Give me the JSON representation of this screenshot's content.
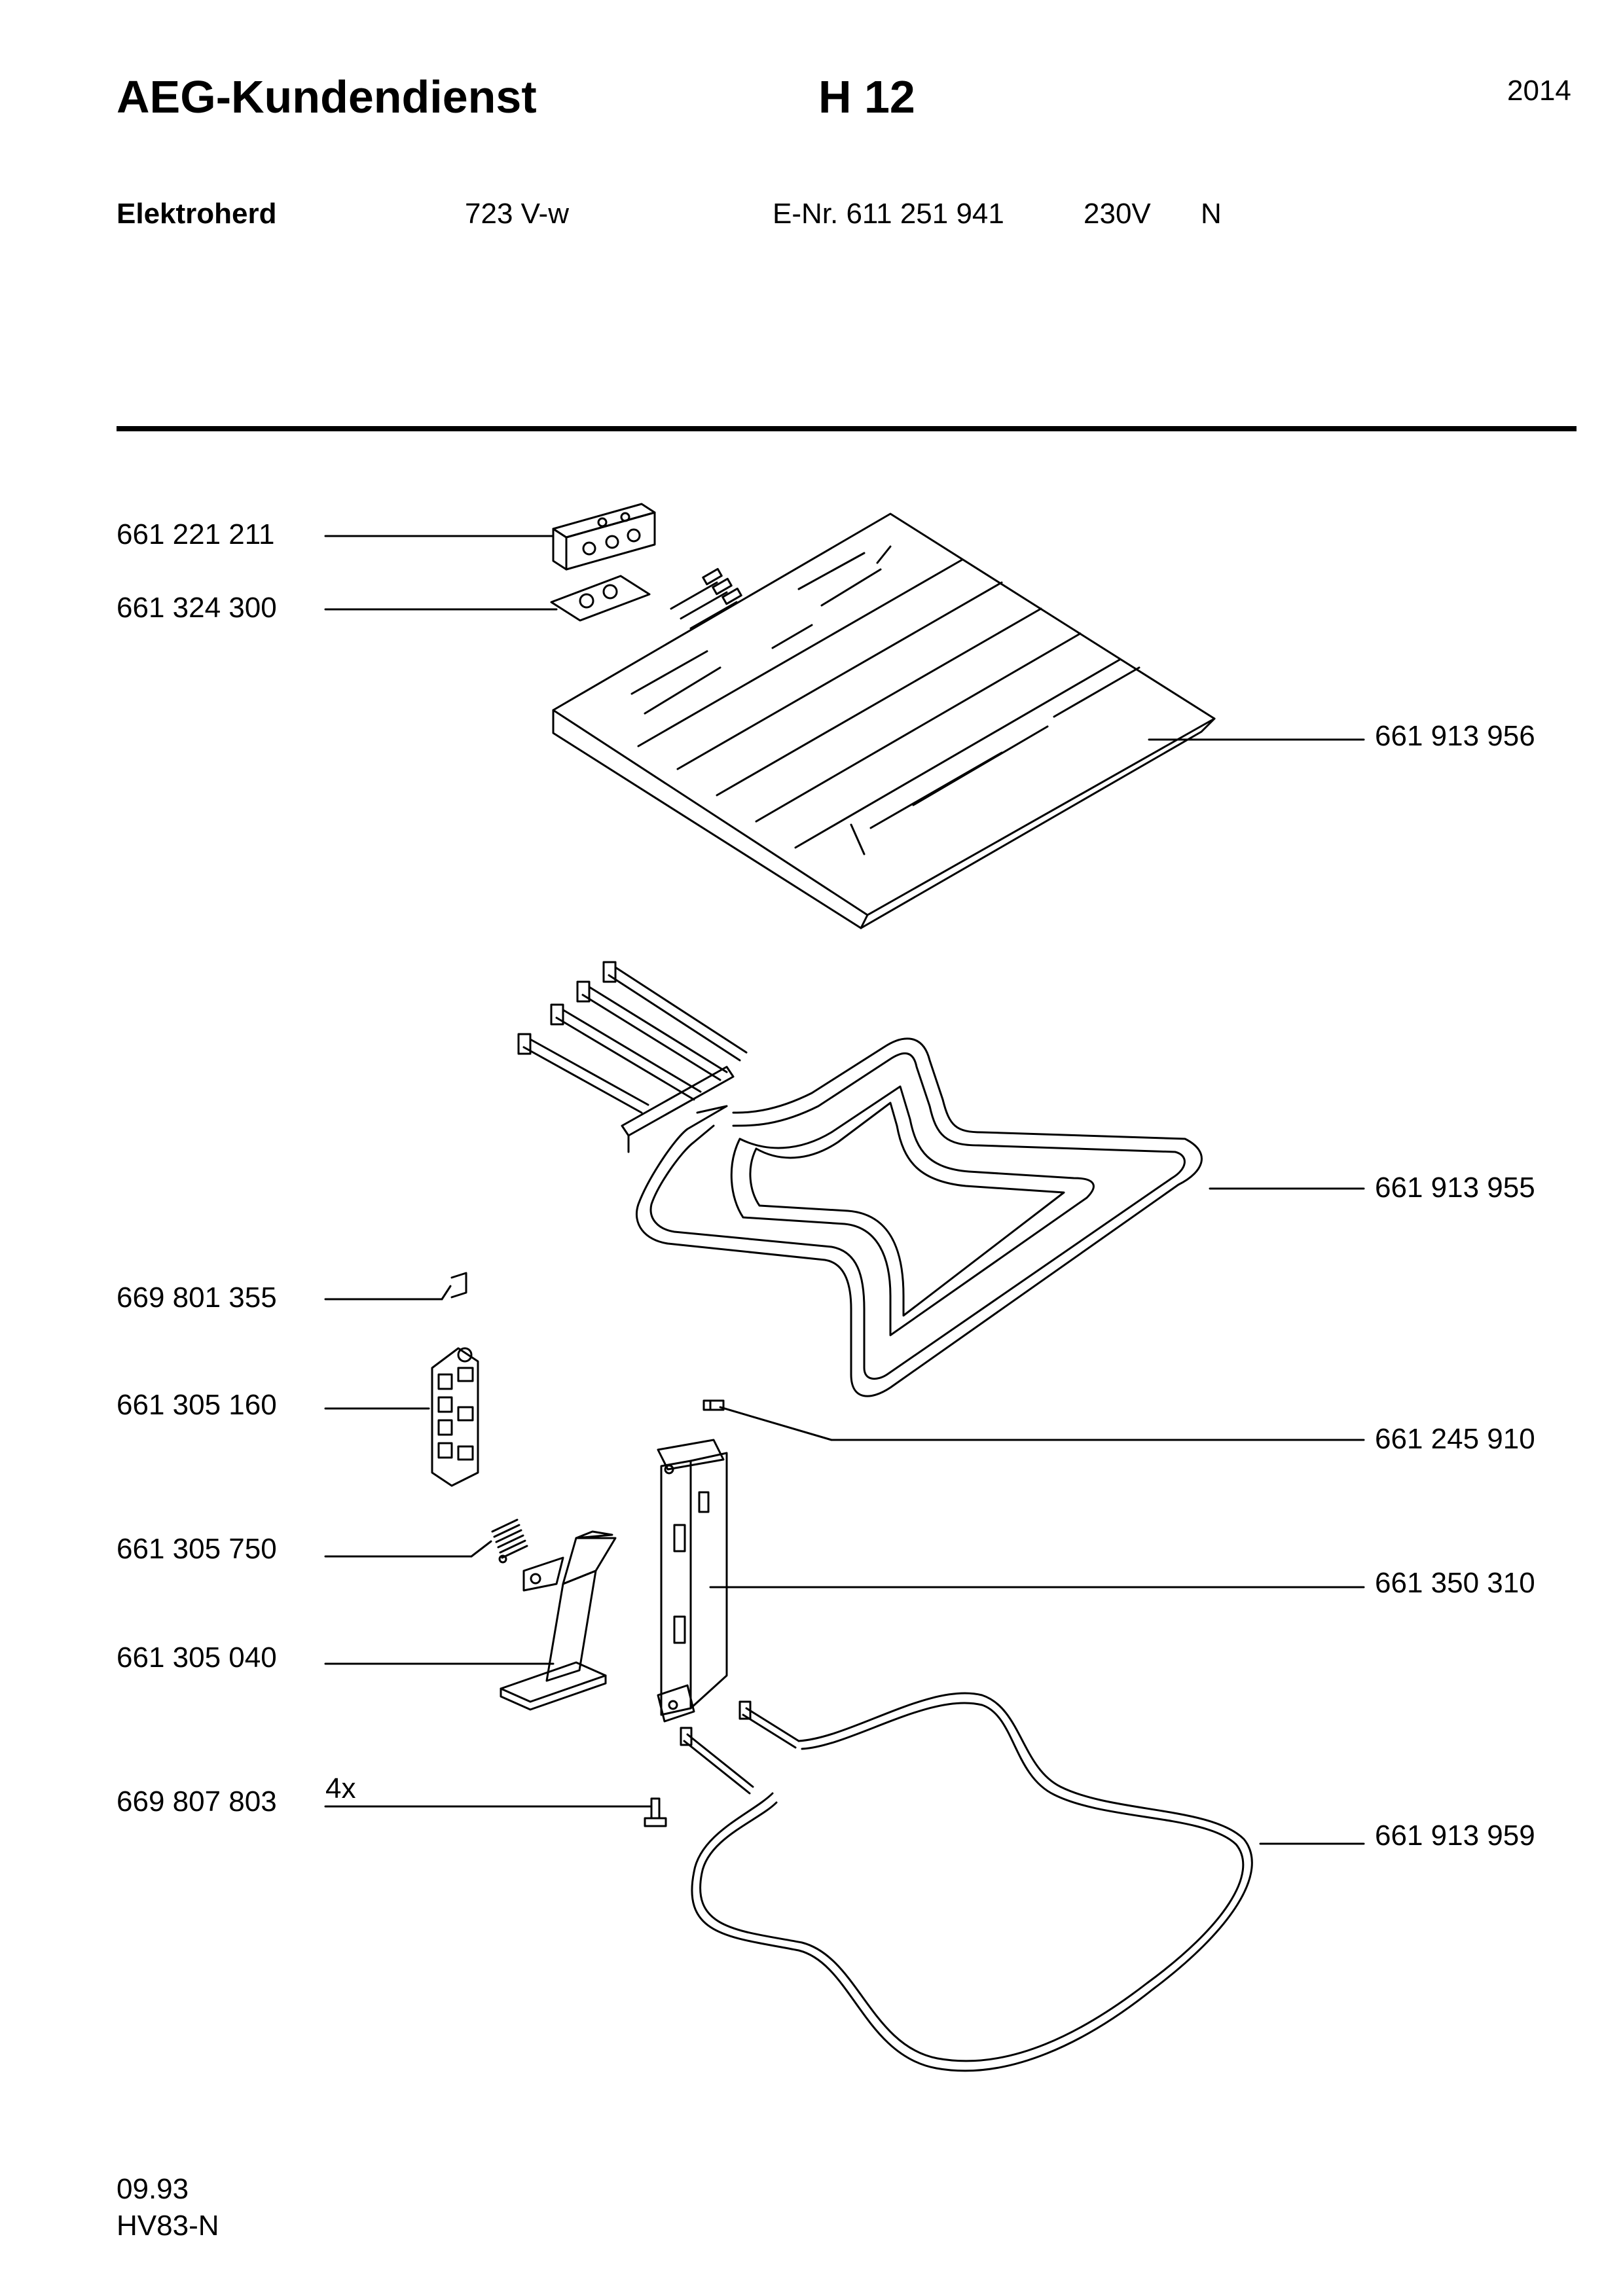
{
  "header": {
    "brand": "AEG-Kundendienst",
    "model_code": "H 12",
    "year": "2014"
  },
  "subheader": {
    "product": "Elektroherd",
    "variant": "723 V-w",
    "e_nr": "E-Nr. 611 251 941",
    "voltage": "230V",
    "suffix": "N"
  },
  "parts_left": [
    "661 221 211",
    "661 324 300",
    "669 801 355",
    "661 305 160",
    "661 305 750",
    "661 305 040",
    "669 807 803"
  ],
  "quantity_note": "4x",
  "parts_right": [
    "661 913 956",
    "661 913 955",
    "661 245 910",
    "661 350 310",
    "661 913 959"
  ],
  "footer": {
    "date": "09.93",
    "code": "HV83-N"
  }
}
